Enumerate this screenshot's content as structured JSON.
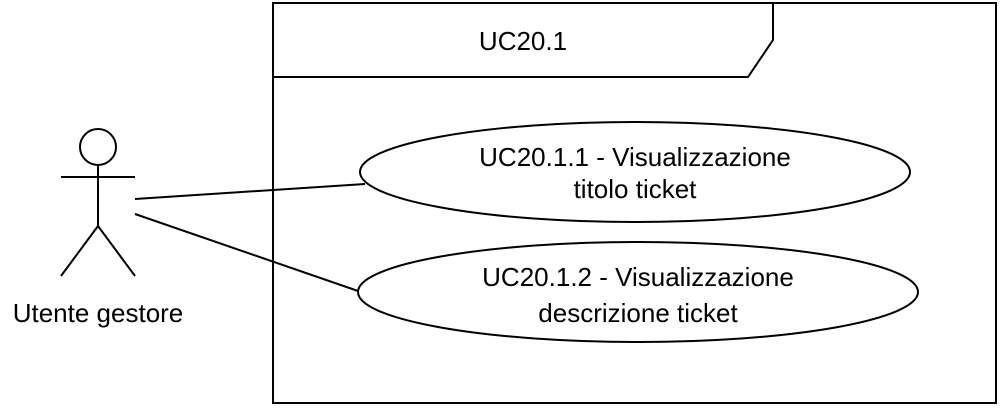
{
  "diagram": {
    "system_title": "UC20.1",
    "actor": {
      "name": "Utente gestore"
    },
    "use_cases": [
      {
        "line1": "UC20.1.1 - Visualizzazione",
        "line2": "titolo ticket"
      },
      {
        "line1": "UC20.1.2 - Visualizzazione",
        "line2": "descrizione ticket"
      }
    ]
  },
  "colors": {
    "stroke": "#000000",
    "background": "#ffffff"
  }
}
